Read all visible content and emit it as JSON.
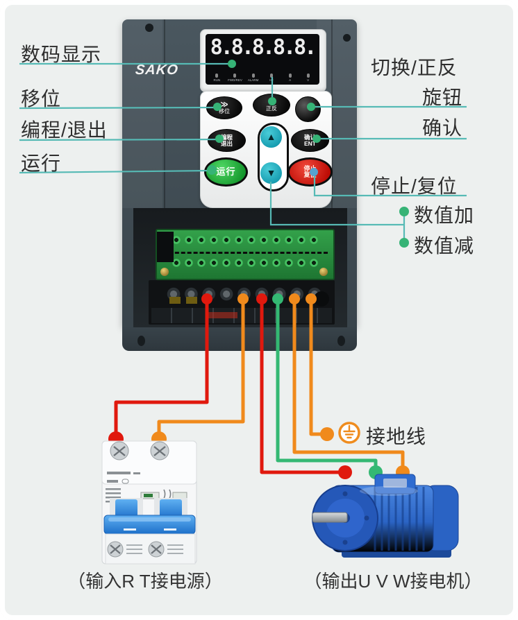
{
  "device": {
    "brand": "SAKO",
    "display_value": "8.8.8.8.8.",
    "indicators": [
      "RUN",
      "FWD/REV",
      "ALARM",
      "Hz",
      "A",
      "V"
    ],
    "buttons": {
      "shift": {
        "icon": "≫",
        "label": "移位"
      },
      "fwdrev": {
        "icon": "⟲",
        "label": "正反"
      },
      "prog": {
        "line1": "编程",
        "line2": "退出"
      },
      "enter": {
        "line1": "确认",
        "line2": "ENT"
      },
      "run": {
        "label": "运行"
      },
      "stop": {
        "line1": "停止",
        "line2": "复位"
      },
      "up_icon": "▲",
      "down_icon": "▼"
    }
  },
  "callouts": {
    "digital_display": "数码显示",
    "shift": "移位",
    "program_exit": "编程/退出",
    "run": "运行",
    "switch_fwd_rev": "切换/正反",
    "knob": "旋钮",
    "confirm": "确认",
    "stop_reset": "停止/复位",
    "value_up": "数值加",
    "value_down": "数值减",
    "ground_wire": "接地线"
  },
  "captions": {
    "input": "（输入R T接电源）",
    "output": "（输出U V W接电机）"
  },
  "colors": {
    "leader_line": "#56bab5",
    "dot_green": "#36b376",
    "wire_red": "#e0190e",
    "wire_orange": "#f08a1c",
    "wire_green": "#34b873",
    "vfd_body": "#3e4a52",
    "run_green": "#1ea238",
    "stop_red": "#cf1409",
    "arrow_cyan": "#2bb6c6",
    "motor_blue": "#2b64c4",
    "breaker_blue": "#2f8fe8"
  }
}
